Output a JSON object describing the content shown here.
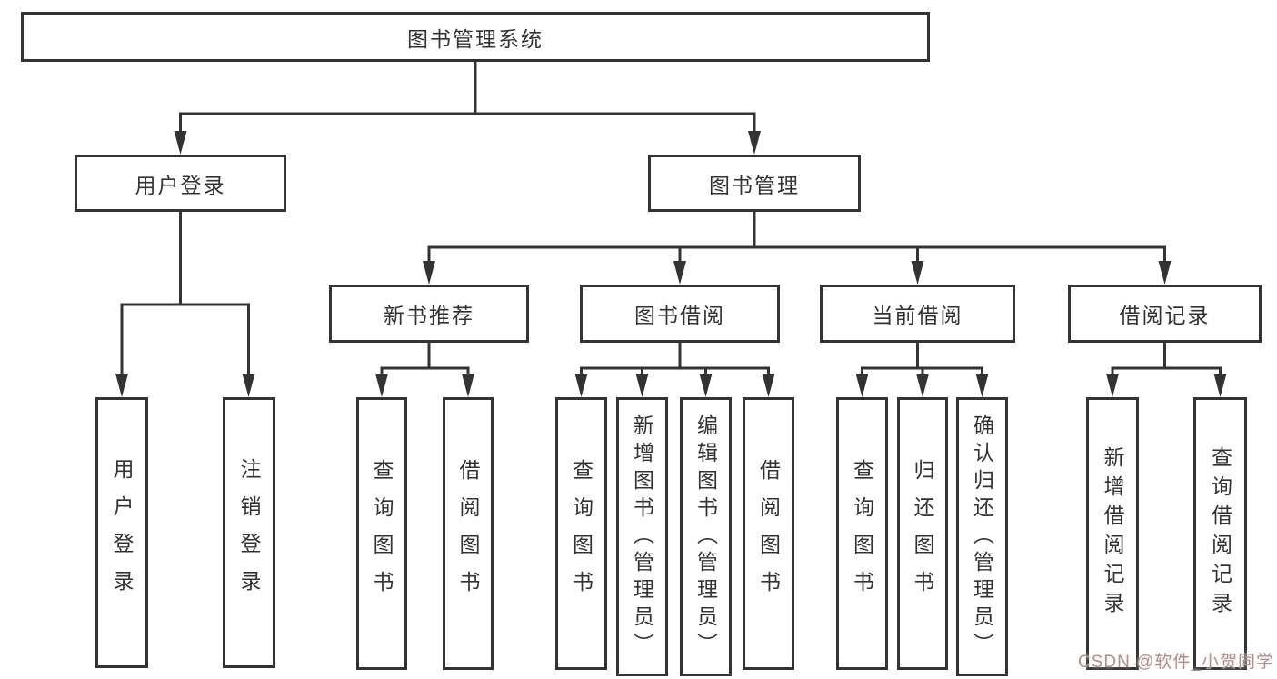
{
  "tree": {
    "root": "图书管理系统",
    "branches": [
      {
        "label": "用户登录",
        "leaves": [
          "用户登录",
          "注销登录"
        ]
      },
      {
        "label": "图书管理",
        "groups": [
          {
            "label": "新书推荐",
            "leaves": [
              "查询图书",
              "借阅图书"
            ]
          },
          {
            "label": "图书借阅",
            "leaves": [
              "查询图书",
              "新增图书（管理员）",
              "编辑图书（管理员）",
              "借阅图书"
            ]
          },
          {
            "label": "当前借阅",
            "leaves": [
              "查询图书",
              "归还图书",
              "确认归还（管理员）"
            ]
          },
          {
            "label": "借阅记录",
            "leaves": [
              "新增借阅记录",
              "查询借阅记录"
            ]
          }
        ]
      }
    ]
  },
  "watermark": "CSDN @软件_小贺同学",
  "colors": {
    "line": "#333333",
    "text": "#333333",
    "background": "#ffffff",
    "watermark": "#a99494"
  }
}
